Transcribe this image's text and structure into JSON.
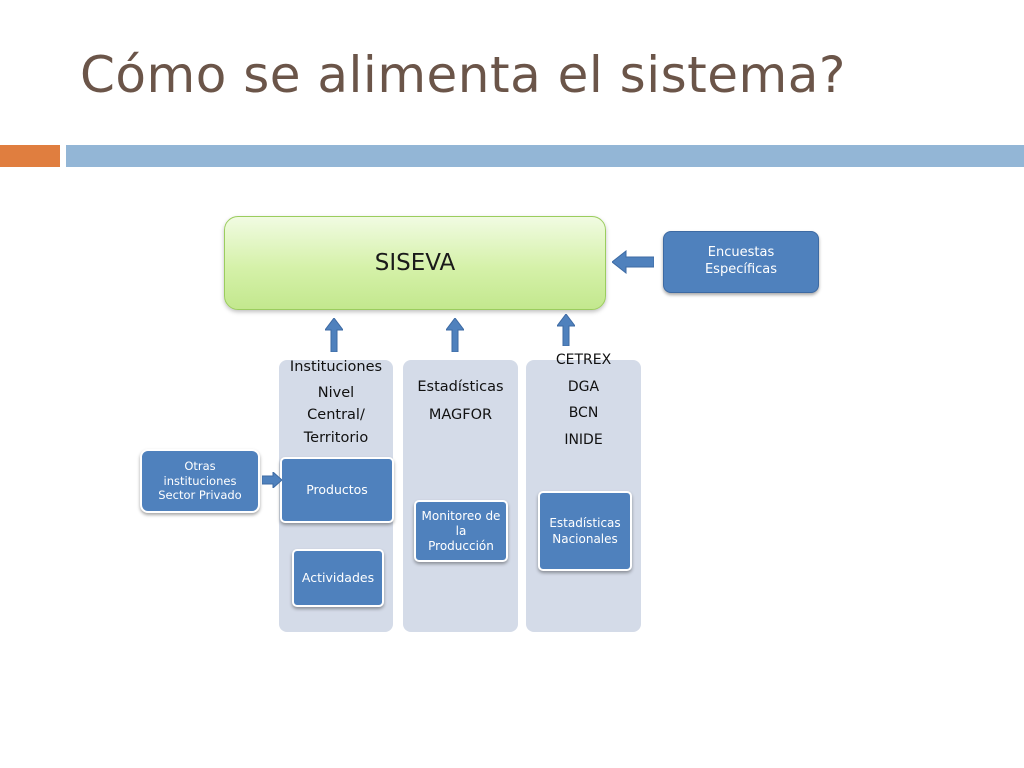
{
  "slide": {
    "title": "Cómo se alimenta el sistema?"
  },
  "diagram": {
    "center": "SISEVA",
    "encuestas": "Encuestas Específicas",
    "otras": "Otras instituciones Sector Privado",
    "col1": {
      "heading": "Instituciones",
      "subheading_1": "Nivel",
      "subheading_2": "Central/",
      "subheading_3": "Territorio",
      "box1": "Productos",
      "box2": "Actividades"
    },
    "col2": {
      "heading_1": "Estadísticas",
      "heading_2": "MAGFOR",
      "box1": "Monitoreo de la Producción"
    },
    "col3": {
      "item_1": "CETREX",
      "item_2": "DGA",
      "item_3": "BCN",
      "item_4": "INIDE",
      "box1": "Estadísticas Nacionales"
    }
  },
  "colors": {
    "title": "#6b5549",
    "accent_orange": "#e07e3f",
    "accent_blue": "#93b6d6",
    "box_blue": "#4f81bd",
    "column_gray": "#d4dbe8",
    "center_green": "#c3e88e"
  }
}
